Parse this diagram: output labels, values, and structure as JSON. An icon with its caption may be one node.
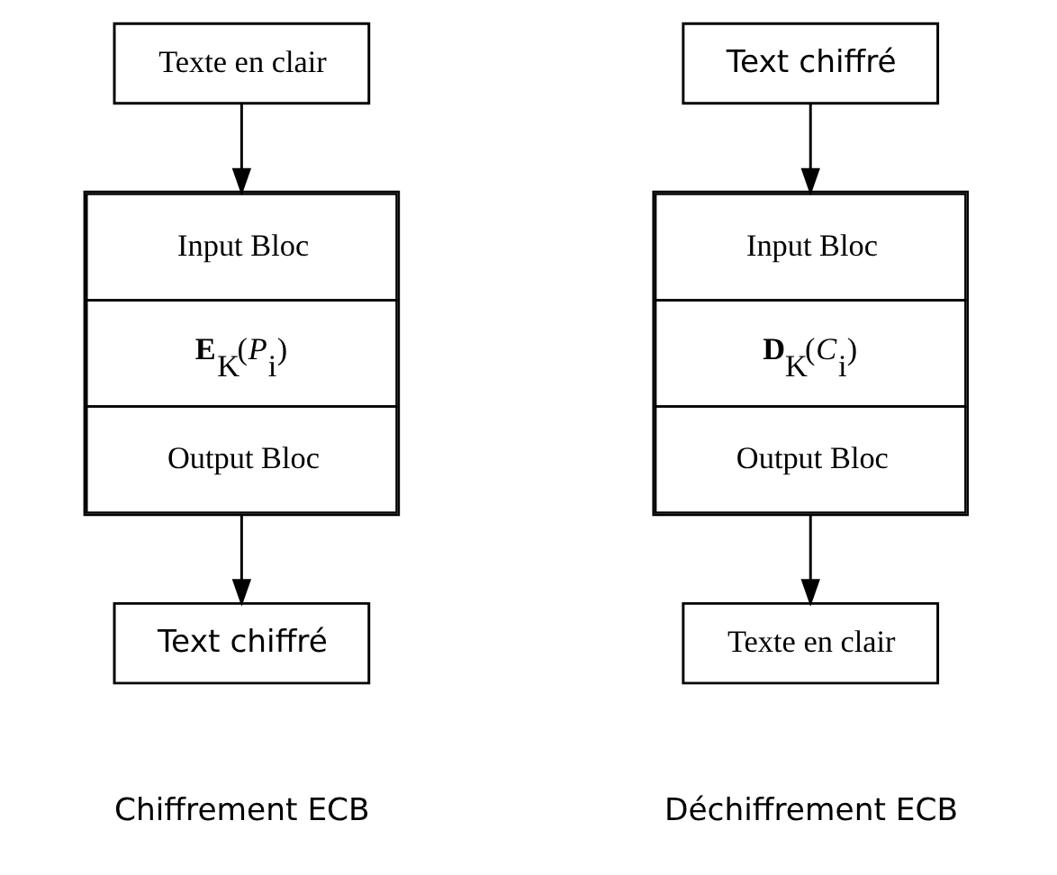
{
  "diagram": {
    "nodes": [
      {
        "text": [
          "Texte en clair"
        ]
      },
      {
        "text": [
          "Input Bloc",
          "**E**$_{K}$(*P*$_{i}$)",
          "Output Bloc"
        ]
      },
      {
        "text": [
          "Text chiffré"
        ]
      },
      {
        "text": [
          "Text chiffré"
        ]
      },
      {
        "text": [
          "Input Bloc",
          "**D**$_{K}$(*C*$_{i}$)",
          "Output Bloc"
        ]
      },
      {
        "text": [
          "Texte en clair"
        ]
      }
    ],
    "edges": [
      {
        "from": 0,
        "to": 1,
        "arrow": "to"
      },
      {
        "from": 1,
        "to": 2,
        "arrow": "to"
      },
      {
        "from": 3,
        "to": 4,
        "arrow": "to"
      },
      {
        "from": 4,
        "to": 5,
        "arrow": "to"
      }
    ],
    "labels": [
      "Chiffrement ECB",
      "Déchiffrement ECB"
    ]
  }
}
